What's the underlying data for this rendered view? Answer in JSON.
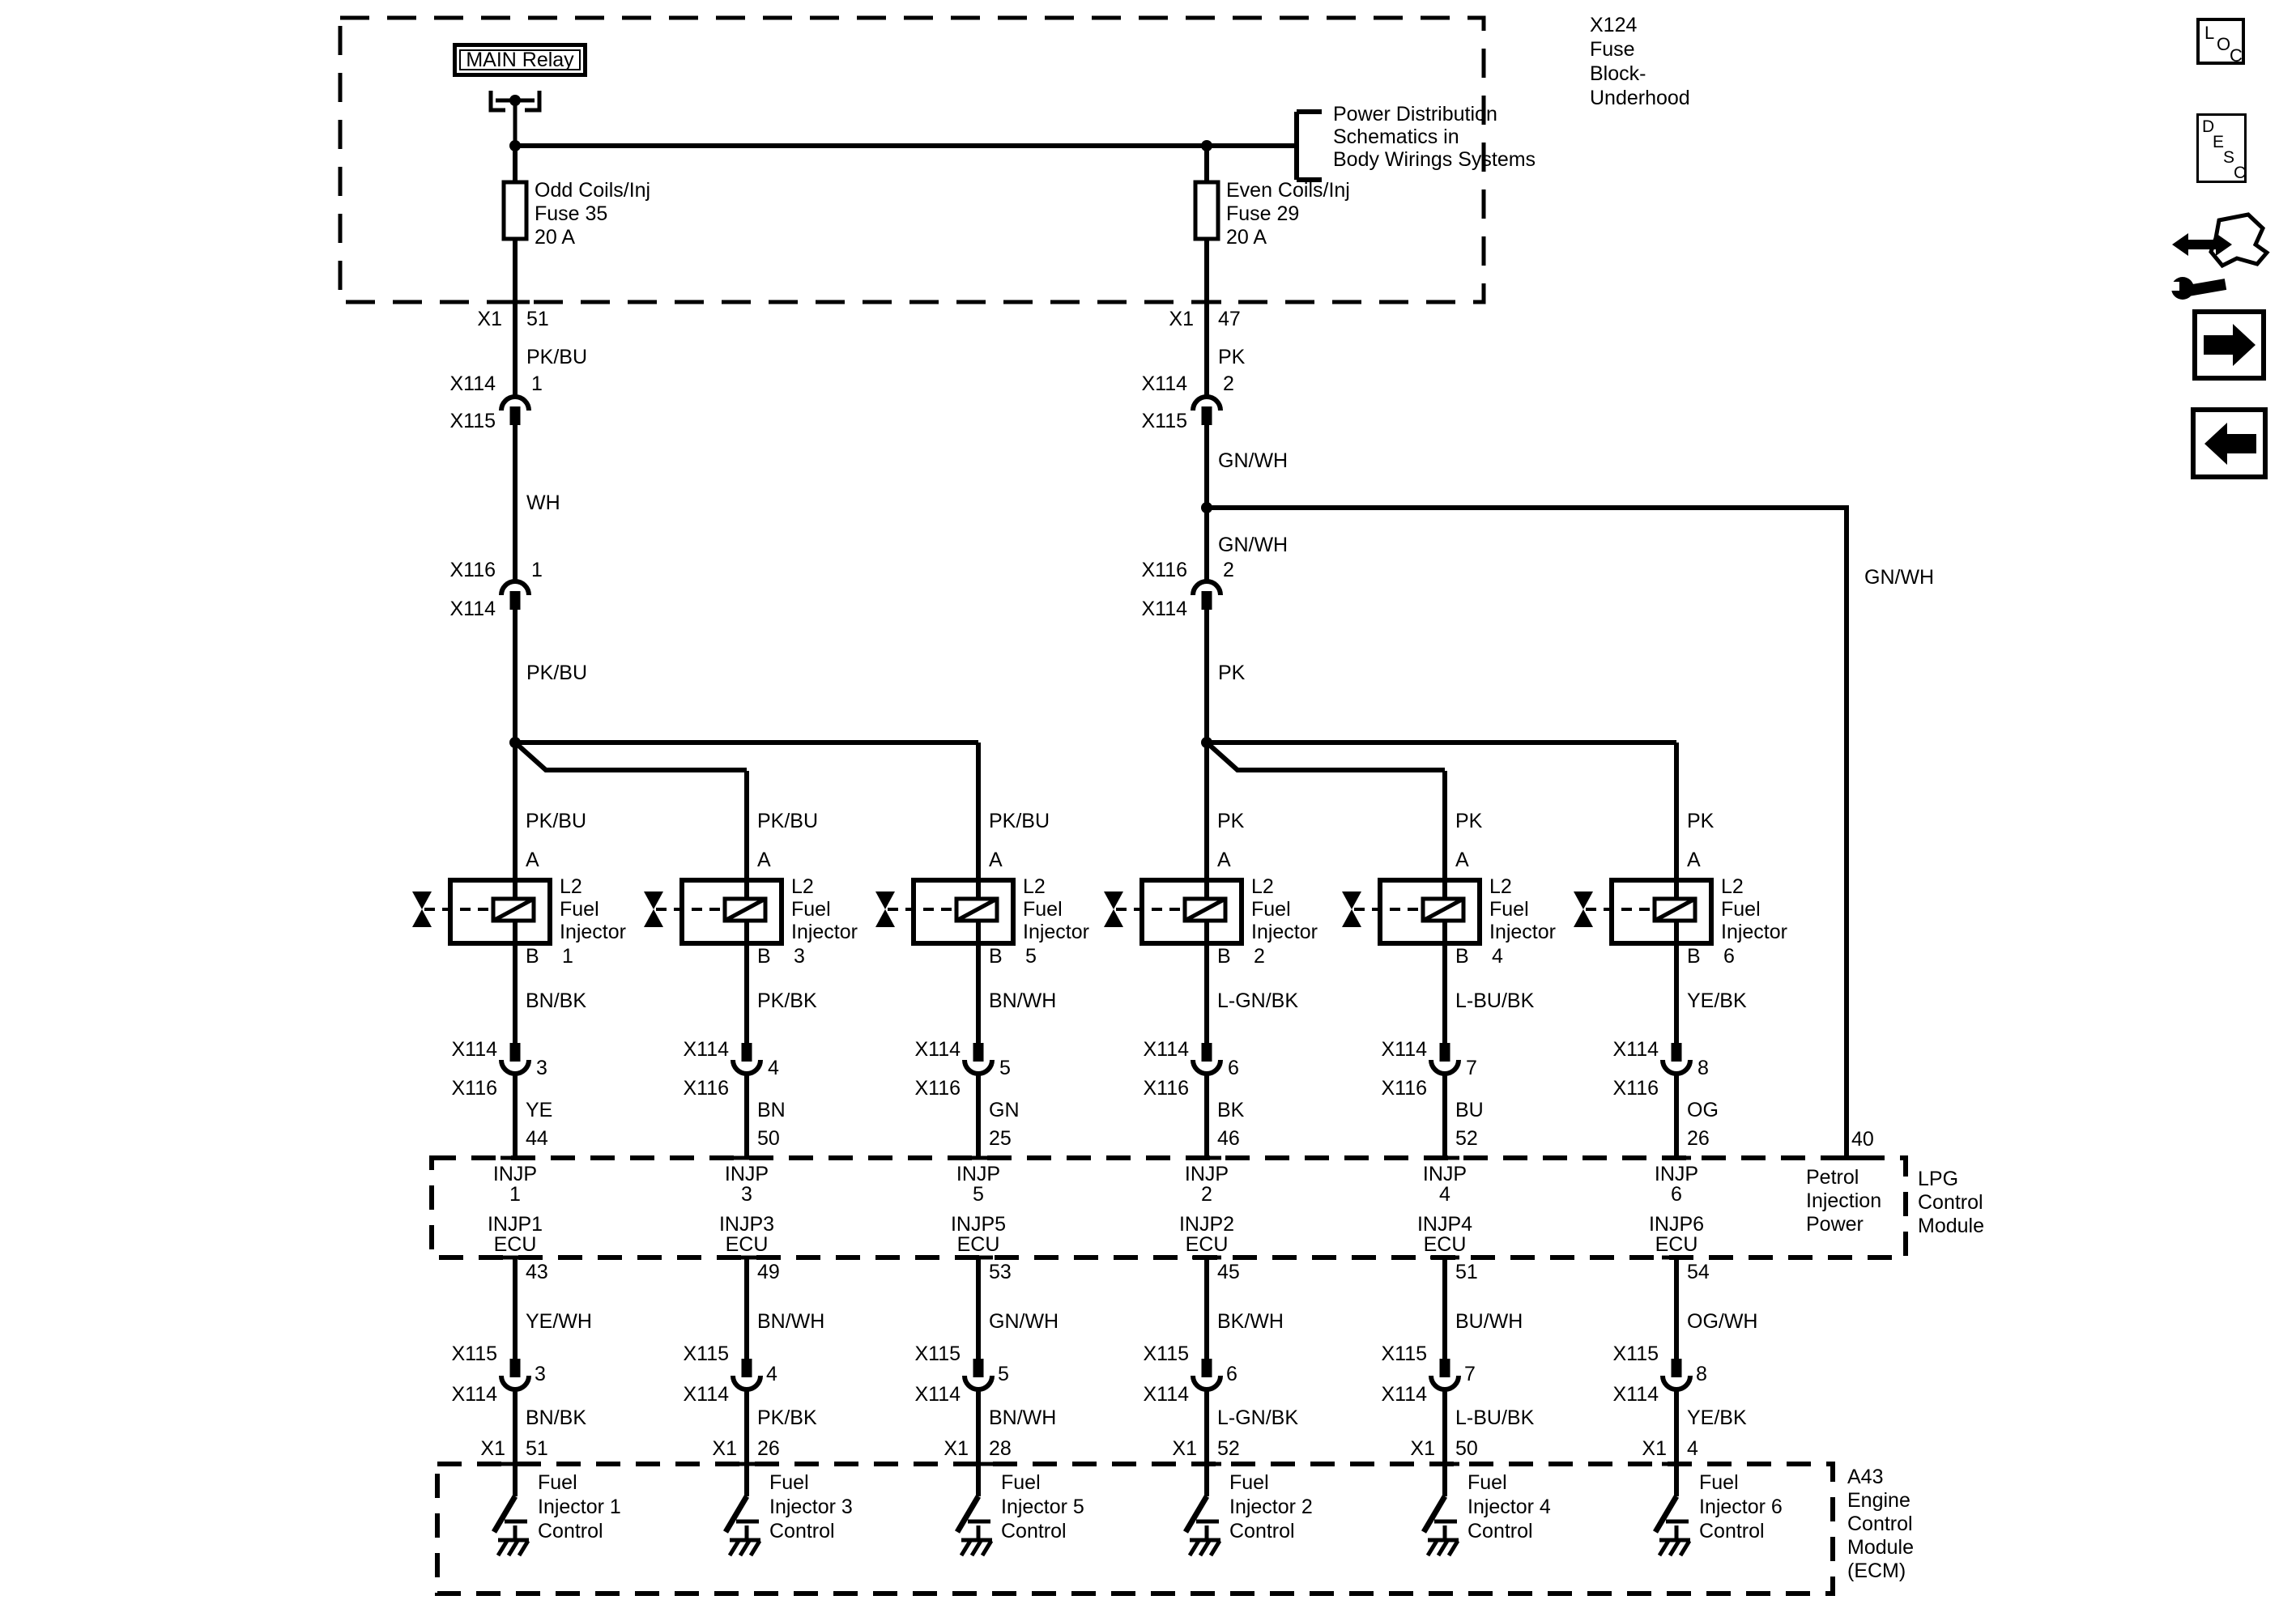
{
  "colors": {
    "ink": "#000000",
    "paper": "#ffffff"
  },
  "fusebox": {
    "id_lines": [
      "X124",
      "Fuse",
      "Block-",
      "Underhood"
    ],
    "main_relay": "MAIN Relay",
    "fuse_left": [
      "Odd Coils/Inj",
      "Fuse 35",
      "20 A"
    ],
    "fuse_right": [
      "Even Coils/Inj",
      "Fuse 29",
      "20 A"
    ],
    "power_distribution": [
      "Power Distribution",
      "Schematics in",
      "Body Wirings Systems"
    ]
  },
  "left_feed": {
    "conn_x1": "X1",
    "pin": "51",
    "wire1": "PK/BU",
    "c1_top": "X114",
    "c1_pin": "1",
    "c1_bot": "X115",
    "wire2": "WH",
    "c2_top": "X116",
    "c2_pin": "1",
    "c2_bot": "X114",
    "wire3": "PK/BU"
  },
  "right_feed": {
    "conn_x1": "X1",
    "pin": "47",
    "wire1": "PK",
    "c1_top": "X114",
    "c1_pin": "2",
    "c1_bot": "X115",
    "wire2": "GN/WH",
    "wire2b": "GN/WH",
    "c2_top": "X116",
    "c2_pin": "2",
    "c2_bot": "X114",
    "wire3": "PK"
  },
  "branch_wire": {
    "label": "GN/WH",
    "pin": "40"
  },
  "shared": {
    "pin_a": "A",
    "pin_b": "B",
    "inj_l1": "L2",
    "inj_l2": "Fuel",
    "inj_l3": "Injector",
    "conn_top": "X114",
    "conn_bot": "X116",
    "ecu_conn_top": "X115",
    "ecu_conn_bot": "X114",
    "injp": "INJP",
    "ecu": "ECU",
    "x1": "X1"
  },
  "columns": [
    {
      "top_wire": "PK/BU",
      "inj_no": "1",
      "b_wire": "BN/BK",
      "conn_pin": "3",
      "lpg_wire": "YE",
      "lpg_pin": "44",
      "injp_no": "1",
      "ecu_name": "INJP1",
      "ecu_pin": "43",
      "ecu_wire": "YE/WH",
      "ecu_conn_pin": "3",
      "ecm_wire": "BN/BK",
      "x1_pin": "51",
      "ctrl": [
        "Fuel",
        "Injector 1",
        "Control"
      ]
    },
    {
      "top_wire": "PK/BU",
      "inj_no": "3",
      "b_wire": "PK/BK",
      "conn_pin": "4",
      "lpg_wire": "BN",
      "lpg_pin": "50",
      "injp_no": "3",
      "ecu_name": "INJP3",
      "ecu_pin": "49",
      "ecu_wire": "BN/WH",
      "ecu_conn_pin": "4",
      "ecm_wire": "PK/BK",
      "x1_pin": "26",
      "ctrl": [
        "Fuel",
        "Injector 3",
        "Control"
      ]
    },
    {
      "top_wire": "PK/BU",
      "inj_no": "5",
      "b_wire": "BN/WH",
      "conn_pin": "5",
      "lpg_wire": "GN",
      "lpg_pin": "25",
      "injp_no": "5",
      "ecu_name": "INJP5",
      "ecu_pin": "53",
      "ecu_wire": "GN/WH",
      "ecu_conn_pin": "5",
      "ecm_wire": "BN/WH",
      "x1_pin": "28",
      "ctrl": [
        "Fuel",
        "Injector 5",
        "Control"
      ]
    },
    {
      "top_wire": "PK",
      "inj_no": "2",
      "b_wire": "L-GN/BK",
      "conn_pin": "6",
      "lpg_wire": "BK",
      "lpg_pin": "46",
      "injp_no": "2",
      "ecu_name": "INJP2",
      "ecu_pin": "45",
      "ecu_wire": "BK/WH",
      "ecu_conn_pin": "6",
      "ecm_wire": "L-GN/BK",
      "x1_pin": "52",
      "ctrl": [
        "Fuel",
        "Injector 2",
        "Control"
      ]
    },
    {
      "top_wire": "PK",
      "inj_no": "4",
      "b_wire": "L-BU/BK",
      "conn_pin": "7",
      "lpg_wire": "BU",
      "lpg_pin": "52",
      "injp_no": "4",
      "ecu_name": "INJP4",
      "ecu_pin": "51",
      "ecu_wire": "BU/WH",
      "ecu_conn_pin": "7",
      "ecm_wire": "L-BU/BK",
      "x1_pin": "50",
      "ctrl": [
        "Fuel",
        "Injector 4",
        "Control"
      ]
    },
    {
      "top_wire": "PK",
      "inj_no": "6",
      "b_wire": "YE/BK",
      "conn_pin": "8",
      "lpg_wire": "OG",
      "lpg_pin": "26",
      "injp_no": "6",
      "ecu_name": "INJP6",
      "ecu_pin": "54",
      "ecu_wire": "OG/WH",
      "ecu_conn_pin": "8",
      "ecm_wire": "YE/BK",
      "x1_pin": "4",
      "ctrl": [
        "Fuel",
        "Injector 6",
        "Control"
      ]
    }
  ],
  "lpg_module": {
    "petrol": [
      "Petrol",
      "Injection",
      "Power"
    ],
    "name": [
      "LPG",
      "Control",
      "Module"
    ]
  },
  "ecm_module": {
    "name": [
      "A43",
      "Engine",
      "Control",
      "Module",
      "(ECM)"
    ]
  },
  "icons": {
    "loc": [
      "L",
      "O",
      "C"
    ],
    "desc": [
      "D",
      "E",
      "S",
      "C"
    ]
  }
}
